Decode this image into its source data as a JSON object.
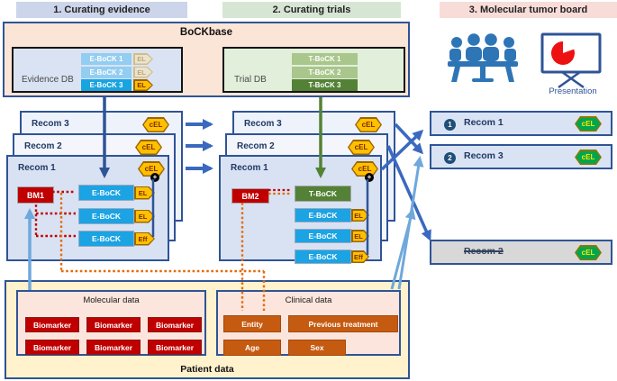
{
  "phases": [
    {
      "label": "1. Curating evidence"
    },
    {
      "label": "2. Curating trials"
    },
    {
      "label": "3. Molecular tumor board"
    }
  ],
  "bockbase": {
    "title": "BoCKbase",
    "evidence_db": {
      "label": "Evidence DB",
      "items": [
        {
          "label": "E-BoCK 1",
          "tag": "EL"
        },
        {
          "label": "E-BoCK 2",
          "tag": "EL"
        },
        {
          "label": "E-BoCK 3",
          "tag": "EL"
        }
      ]
    },
    "trial_db": {
      "label": "Trial DB",
      "items": [
        {
          "label": "T-BoCK 1"
        },
        {
          "label": "T-BoCK 2"
        },
        {
          "label": "T-BoCK 3"
        }
      ]
    }
  },
  "evidence_stack": {
    "cards": [
      {
        "label": "Recom 3",
        "badge": "cEL"
      },
      {
        "label": "Recom 2",
        "badge": "cEL"
      },
      {
        "label": "Recom 1",
        "badge": "cEL"
      }
    ],
    "merge_symbol": "+",
    "biomarker": "BM1",
    "rows": [
      {
        "label": "E-BoCK",
        "tag": "EL"
      },
      {
        "label": "E-BoCK",
        "tag": "EL"
      },
      {
        "label": "E-BoCK",
        "tag": "Eff"
      }
    ]
  },
  "trial_stack": {
    "cards": [
      {
        "label": "Recom 3",
        "badge": "cEL"
      },
      {
        "label": "Recom 2",
        "badge": "cEL"
      },
      {
        "label": "Recom 1",
        "badge": "cEL"
      }
    ],
    "merge_symbol": "+",
    "biomarker": "BM2",
    "tbock": "T-BoCK",
    "rows": [
      {
        "label": "E-BoCK",
        "tag": "EL"
      },
      {
        "label": "E-BoCK",
        "tag": "EL"
      },
      {
        "label": "E-BoCK",
        "tag": "Eff"
      }
    ]
  },
  "tumor_board": {
    "presentation_label": "Presentation"
  },
  "results": [
    {
      "rank": "1",
      "label": "Recom 1",
      "badge": "cEL"
    },
    {
      "rank": "2",
      "label": "Recom 3",
      "badge": "cEL"
    },
    {
      "rank": "",
      "label": "Recom 2",
      "badge": "cEL"
    }
  ],
  "patient_data": {
    "title": "Patient data",
    "molecular": {
      "title": "Molecular data",
      "items": [
        "Biomarker",
        "Biomarker",
        "Biomarker",
        "Biomarker",
        "Biomarker",
        "Biomarker"
      ]
    },
    "clinical": {
      "title": "Clinical data",
      "fields": [
        {
          "label": "Entity"
        },
        {
          "label": "Previous treatment"
        },
        {
          "label": "Age"
        },
        {
          "label": "Sex"
        }
      ]
    }
  },
  "colors": {
    "navy": "#2f5496",
    "arrow_blue": "#3a69bf",
    "arrow_light_blue": "#6fa8dc",
    "green": "#538135",
    "yellow": "#ffc000",
    "red": "#c00000",
    "orange_field": "#c55a11",
    "dotted_orange": "#e36c0a",
    "badge_green": "#00a64f"
  }
}
